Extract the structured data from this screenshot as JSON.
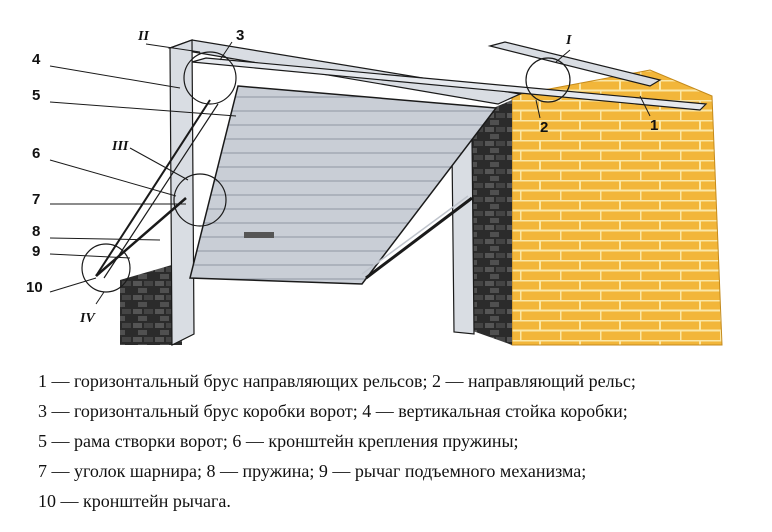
{
  "diagram": {
    "callouts": [
      "4",
      "5",
      "6",
      "7",
      "8",
      "9",
      "10",
      "3",
      "2",
      "1"
    ],
    "detail_marks": [
      "II",
      "III",
      "IV",
      "I"
    ]
  },
  "caption": {
    "lines": [
      "1 — горизонтальный брус направляющих рельсов; 2 — направляющий рельс;",
      "3 — горизонтальный брус коробки ворот; 4 — вертикальная стойка коробки;",
      "5 — рама створки ворот; 6 — кронштейн крепления пружины;",
      "7 — уголок шарнира; 8 — пружина; 9 — рычаг подъемного механизма;",
      "10 — кронштейн рычага."
    ]
  },
  "colors": {
    "brick": "#f2b63a",
    "mortar": "#fbe7a6",
    "panel": "#c9ced6",
    "frame": "#d9dde3",
    "dark_wall": "#2b2b2b",
    "outline": "#1a1a1a"
  }
}
